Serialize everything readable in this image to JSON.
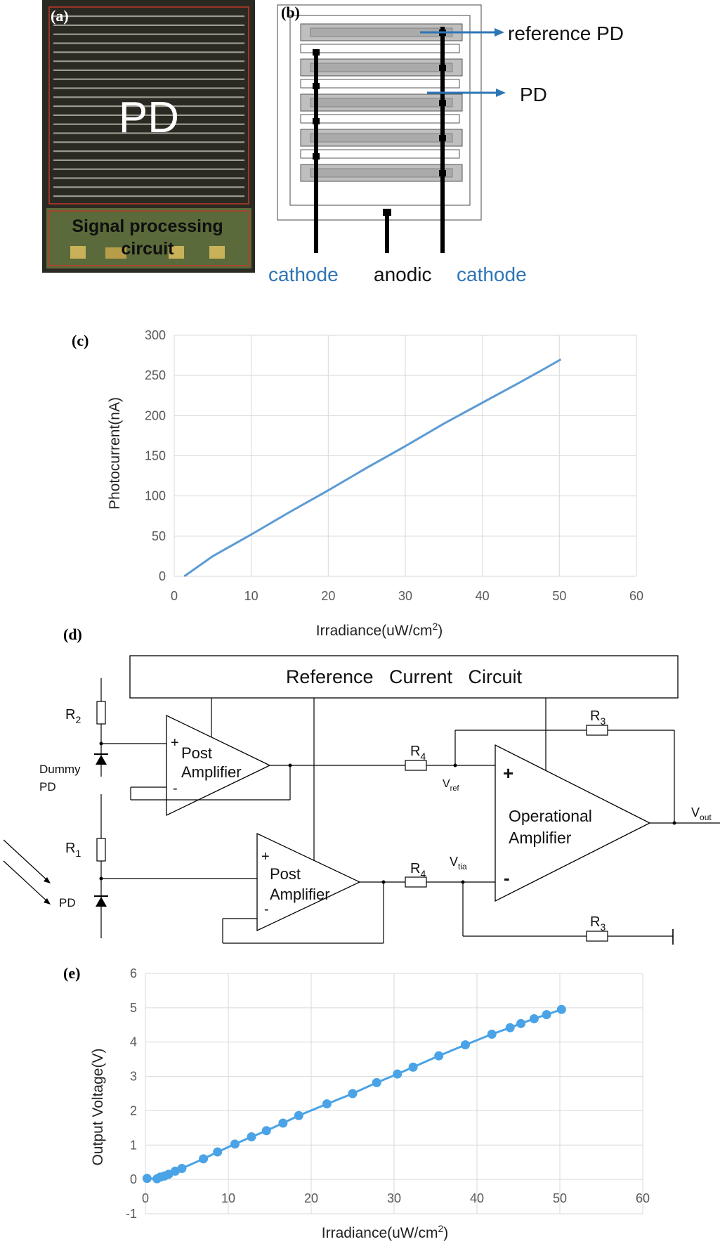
{
  "panel_labels": {
    "a": "(a)",
    "b": "(b)",
    "c": "(c)",
    "d": "(d)",
    "e": "(e)"
  },
  "photo": {
    "pd_label": "PD",
    "circuit_label_line1": "Signal processing",
    "circuit_label_line2": "circuit",
    "colors": {
      "frame": "#c0392b",
      "die": "#2b2a22",
      "strip": "#9a9a90"
    }
  },
  "layout_b": {
    "reference_pd": "reference PD",
    "pd": "PD",
    "cathode_left": "cathode",
    "anodic": "anodic",
    "cathode_right": "cathode",
    "colors": {
      "arrow": "#2e75b6",
      "cathode_text": "#2e75b6",
      "strip": "#bfbfbf"
    }
  },
  "circuit": {
    "reference_block": "Reference   Current   Circuit",
    "post_amp_1_line1": "Post",
    "post_amp_1_line2": "Amplifier",
    "post_amp_2_line1": "Post",
    "post_amp_2_line2": "Amplifier",
    "op_amp_line1": "Operational",
    "op_amp_line2": "Amplifier",
    "plus": "+",
    "minus": "-",
    "r1": "R",
    "r1_sub": "1",
    "r2": "R",
    "r2_sub": "2",
    "r3_top": "R",
    "r3_top_sub": "3",
    "r3_bottom": "R",
    "r3_bottom_sub": "3",
    "r4_top": "R",
    "r4_top_sub": "4",
    "r4_bottom": "R",
    "r4_bottom_sub": "4",
    "vref": "V",
    "vref_sub": "ref",
    "vtia": "V",
    "vtia_sub": "tia",
    "vout": "V",
    "vout_sub": "out",
    "dummy_pd_line1": "Dummy",
    "dummy_pd_line2": "PD",
    "pd": "PD"
  },
  "chart_data": [
    {
      "type": "line",
      "panel": "c",
      "title": "",
      "xlabel": "Irradiance(uW/cm",
      "xlabel_sup": "2",
      "xlabel_end": ")",
      "ylabel": "Photocurrent(nA)",
      "xlim": [
        0,
        60
      ],
      "ylim": [
        0,
        300
      ],
      "x_ticks": [
        "0",
        "10",
        "20",
        "30",
        "40",
        "50",
        "60"
      ],
      "y_ticks": [
        "0",
        "50",
        "100",
        "150",
        "200",
        "250",
        "300"
      ],
      "grid": true,
      "color": "#5b9bd5",
      "series": [
        {
          "x": [
            1.3,
            5,
            10,
            15,
            20,
            25,
            30,
            35,
            40,
            45,
            48,
            50.2
          ],
          "y": [
            0,
            25,
            52,
            80,
            107,
            135,
            162,
            190,
            216,
            242,
            258,
            270
          ]
        }
      ]
    },
    {
      "type": "scatter",
      "panel": "e",
      "title": "",
      "xlabel": "Irradiance(uW/cm",
      "xlabel_sup": "2",
      "xlabel_end": ")",
      "ylabel": "Output Voltage(V)",
      "xlim": [
        0,
        60
      ],
      "ylim": [
        -1,
        6
      ],
      "x_ticks": [
        "0",
        "10",
        "20",
        "30",
        "40",
        "50",
        "60"
      ],
      "y_ticks": [
        "-1",
        "0",
        "1",
        "2",
        "3",
        "4",
        "5",
        "6"
      ],
      "grid": true,
      "color": "#4aa3e6",
      "series": [
        {
          "x": [
            0.2,
            1.4,
            1.8,
            2.3,
            2.8,
            3.6,
            4.4,
            7.0,
            8.7,
            10.8,
            12.8,
            14.6,
            16.6,
            18.5,
            21.9,
            25.0,
            27.9,
            30.4,
            32.3,
            35.4,
            38.6,
            41.8,
            44.0,
            45.3,
            46.9,
            48.4,
            50.2
          ],
          "y": [
            0.03,
            0.02,
            0.07,
            0.1,
            0.15,
            0.24,
            0.32,
            0.6,
            0.8,
            1.03,
            1.24,
            1.42,
            1.64,
            1.86,
            2.2,
            2.5,
            2.82,
            3.07,
            3.27,
            3.6,
            3.92,
            4.23,
            4.42,
            4.54,
            4.68,
            4.8,
            4.95
          ]
        }
      ]
    }
  ]
}
